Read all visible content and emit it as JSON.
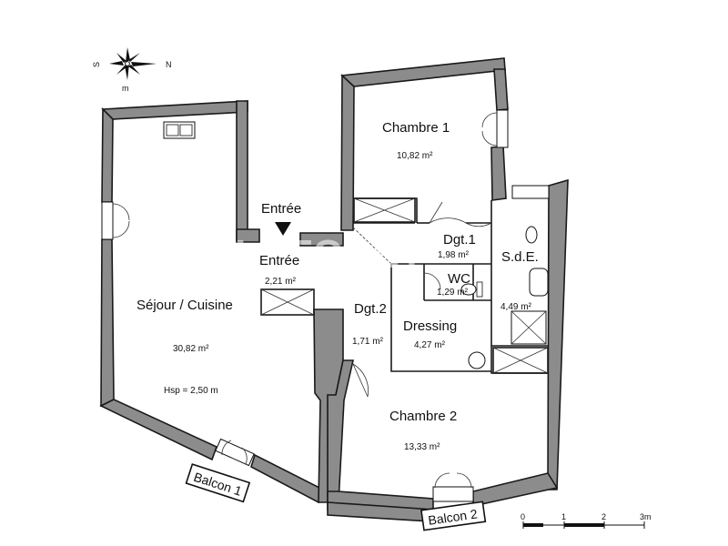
{
  "compass": {
    "n_label": "N",
    "s_label": "S",
    "m_label": "m"
  },
  "entry_label": "Entrée",
  "rooms": {
    "sejour": {
      "name": "Séjour / Cuisine",
      "area": "30,82 m²",
      "hsp": "Hsp = 2,50 m"
    },
    "entree": {
      "name": "Entrée",
      "area": "2,21 m²"
    },
    "chambre1": {
      "name": "Chambre 1",
      "area": "10,82 m²"
    },
    "dgt1": {
      "name": "Dgt.1",
      "area": "1,98 m²"
    },
    "sde": {
      "name": "S.d.E.",
      "area": "4,49 m²"
    },
    "wc": {
      "name": "WC",
      "area": "1,29 m²"
    },
    "dgt2": {
      "name": "Dgt.2",
      "area": "1,71 m²"
    },
    "dressing": {
      "name": "Dressing",
      "area": "4,27 m²"
    },
    "chambre2": {
      "name": "Chambre 2",
      "area": "13,33 m²"
    }
  },
  "balconies": {
    "b1": "Balcon 1",
    "b2": "Balcon 2"
  },
  "scale": {
    "ticks": [
      "0",
      "1",
      "2",
      "3m"
    ]
  },
  "watermark": "LAFORÊT",
  "colors": {
    "wall": "#8c8c8c",
    "line": "#1a1a1a"
  }
}
